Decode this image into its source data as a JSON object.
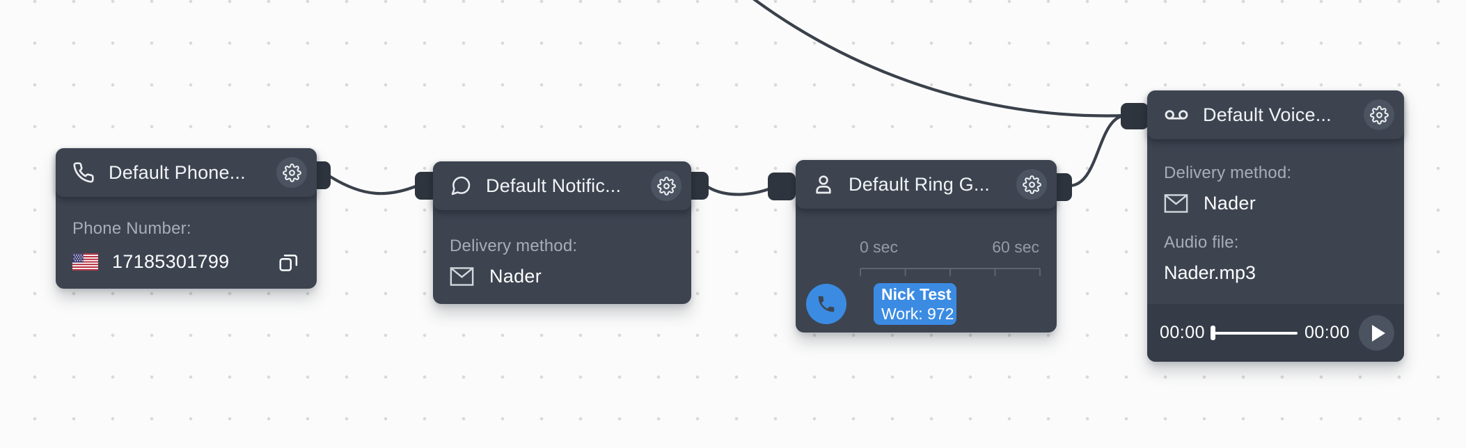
{
  "colors": {
    "canvas_bg": "#fbfbfb",
    "node_bg": "#3d4450",
    "player_strip_bg": "#353c47",
    "accent_blue": "#3b8be3",
    "edge": "#3a414b",
    "label_gray": "#a8adb6"
  },
  "nodes": {
    "phone": {
      "title": "Default Phone...",
      "label": "Phone Number:",
      "value": "17185301799",
      "country_icon": "us-flag-icon"
    },
    "notification": {
      "title": "Default Notific...",
      "label": "Delivery method:",
      "value": "Nader"
    },
    "ring_group": {
      "title": "Default Ring G...",
      "timeline_start": "0 sec",
      "timeline_end": "60 sec",
      "member_name": "Nick Test",
      "member_detail": "Work: 972"
    },
    "voicemail": {
      "title": "Default Voice...",
      "delivery_label": "Delivery method:",
      "delivery_value": "Nader",
      "audio_label": "Audio file:",
      "audio_value": "Nader.mp3",
      "player_current_time": "00:00",
      "player_total_time": "00:00"
    }
  }
}
